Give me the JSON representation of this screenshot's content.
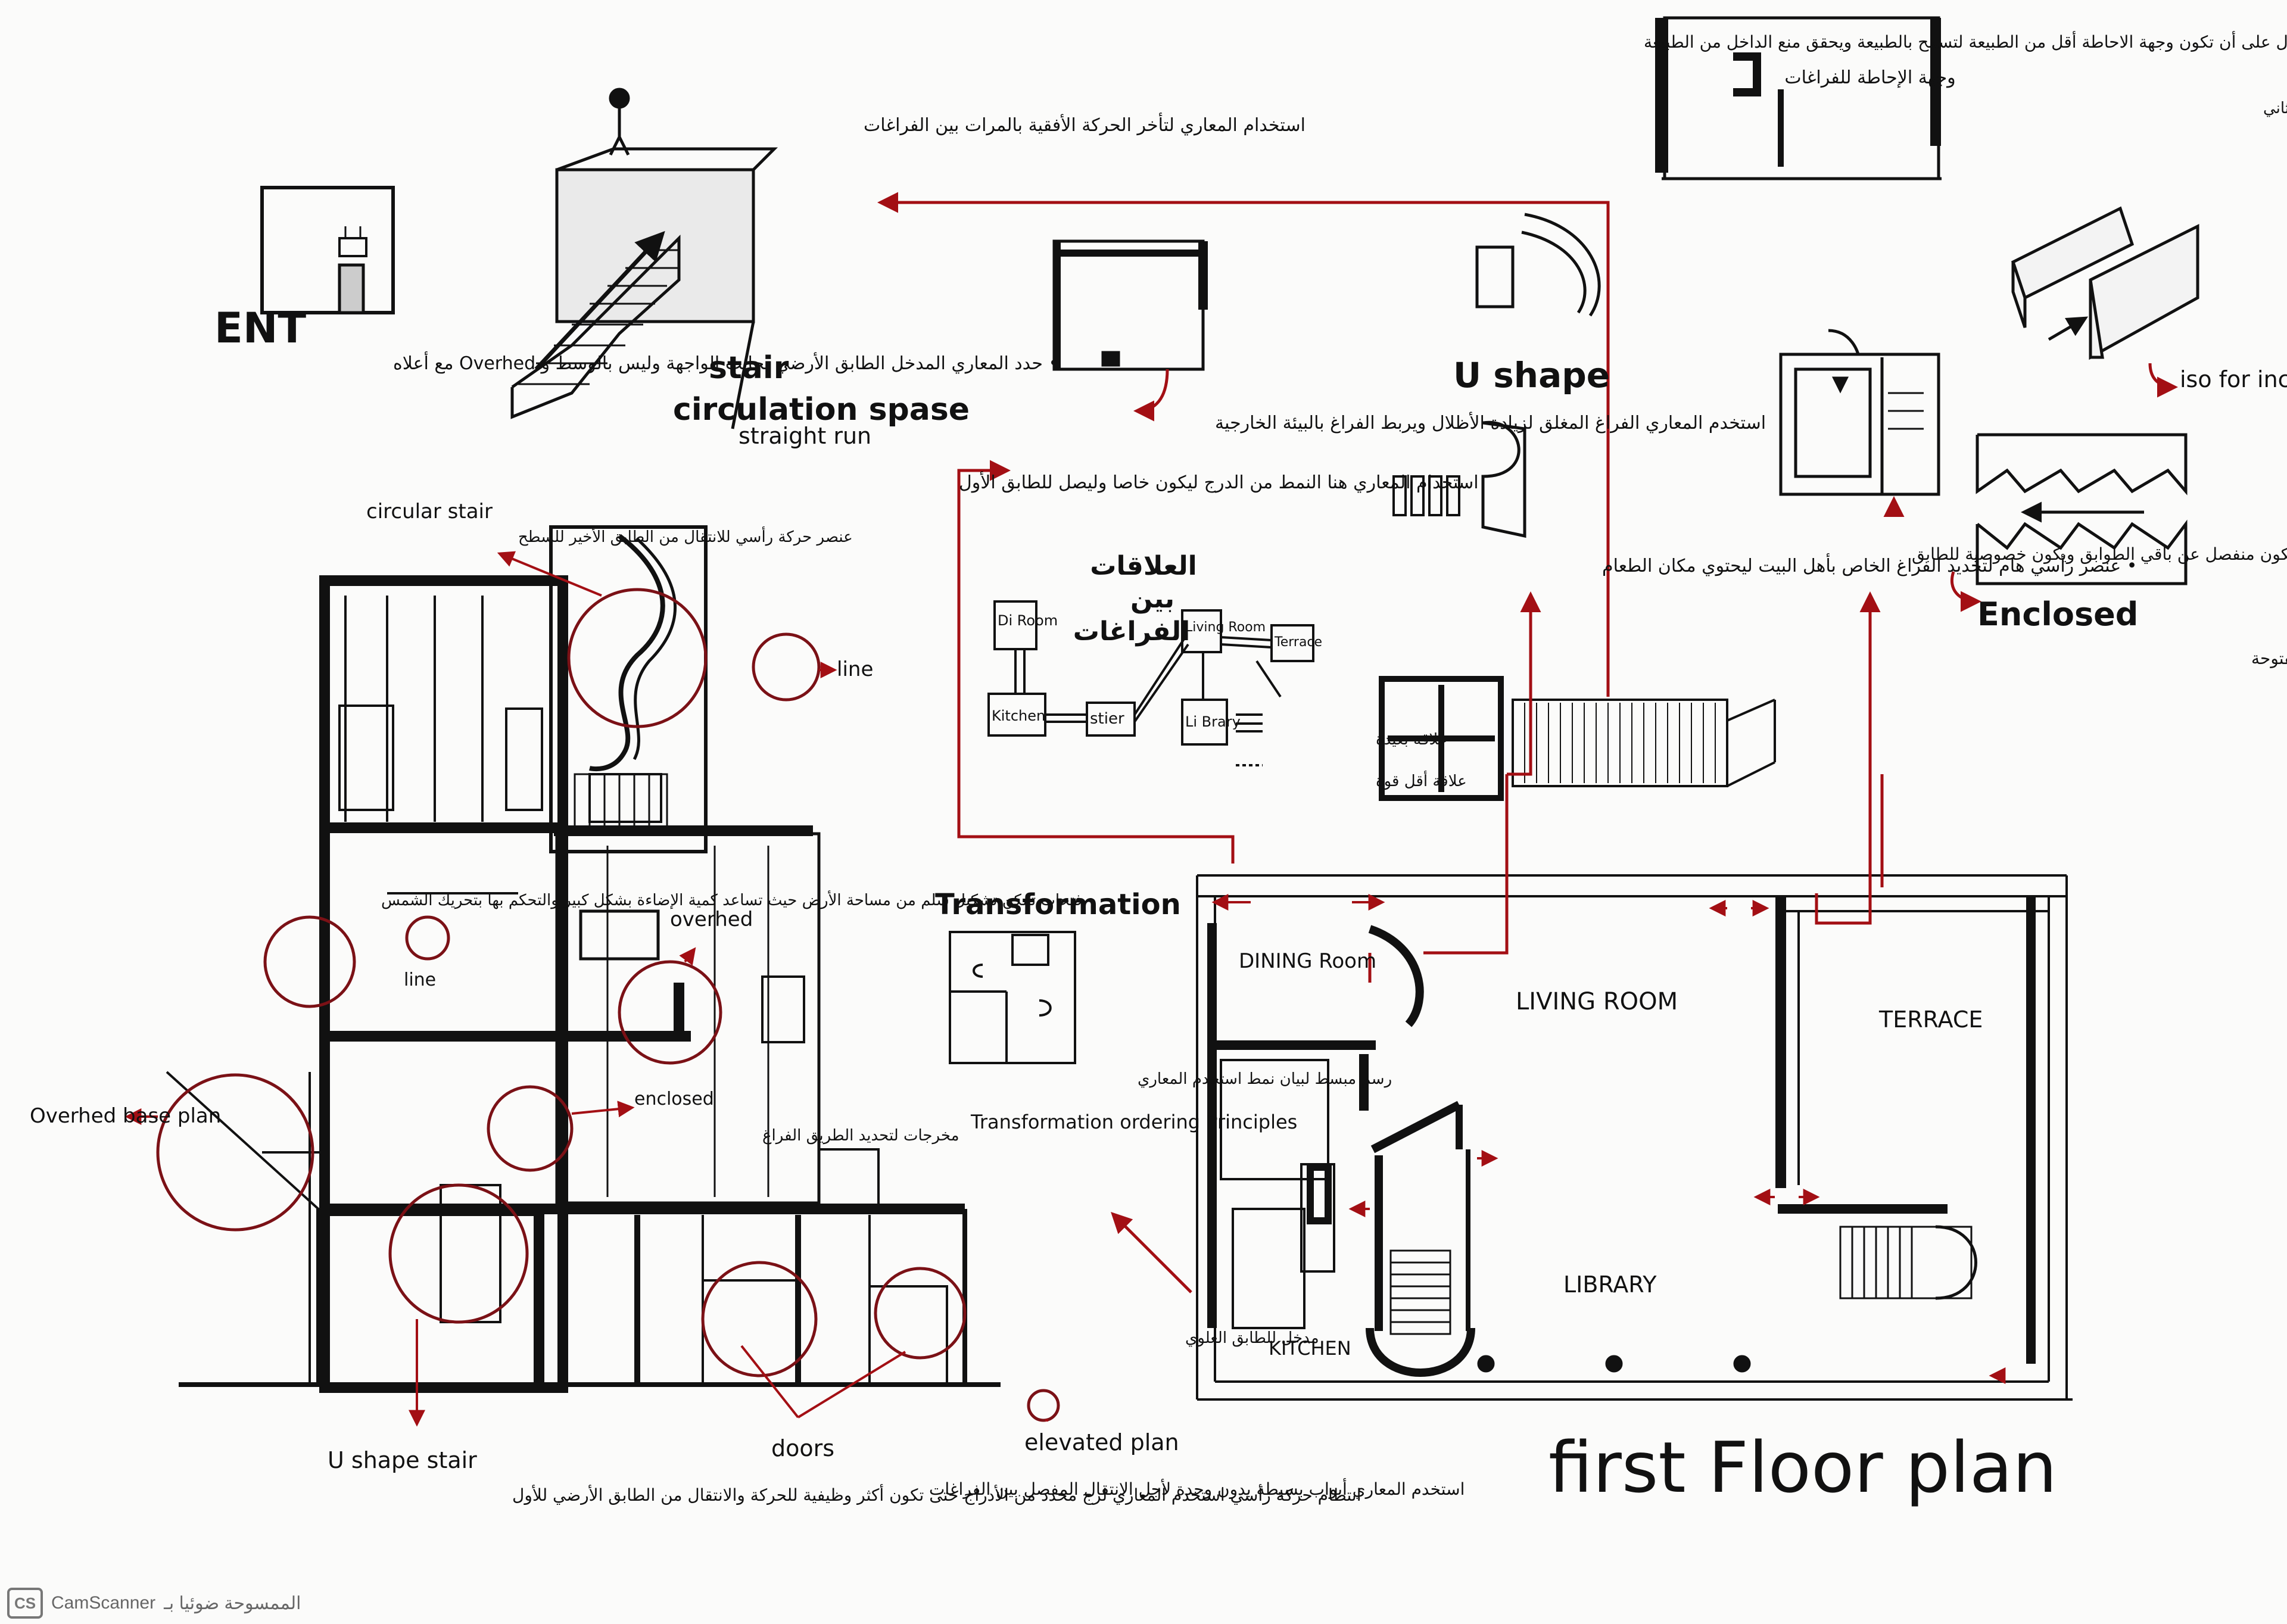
{
  "title": "first Floor plan",
  "labels": {
    "ent": "ENT",
    "stair_title": "stair",
    "stair_title2": "circulation spase",
    "straight_run": "straight run",
    "u_shape": "U shape",
    "relations_title_1": "العلاقات",
    "relations_title_2": "بين",
    "relations_title_3": "الفراغات",
    "transformation": "Transformation",
    "iso_for_inclosed_path": "iso for inclosed Path",
    "enclosed": "Enclosed",
    "circular_stair": "circular stair",
    "line_right": "line",
    "line_inner": "line",
    "overhead_mid": "overhed",
    "overhead_base": "Overhed base plan",
    "enclosed_mid": "enclosed",
    "u_shape_stair": "U shape stair",
    "doors": "doors",
    "elevated_plan": "elevated plan",
    "transformation_note": "Transformation ordering Principles",
    "dining_room": "DINING Room",
    "living_room": "LIVING ROOM",
    "terrace": "TERRACE",
    "library": "LIBRARY",
    "kitchen": "KITCHEN",
    "bubble_dining": "Di Room",
    "bubble_living": "Living Room",
    "bubble_terrace": "Terrace",
    "bubble_kitchen": "Kitchen",
    "bubble_stair": "stier",
    "bubble_library": "Li Brary"
  },
  "notes_ar": {
    "ent_note": "• حدد المعاري المدخل الطابق الأرضي بجانب الواجهة وليس بالوسط و Overhed مع أعلاه",
    "stair_note": "استخدام المعاري هنا النمط من الدرج ليكون خاصا وليصل للطابق الأول",
    "overhead_note": "استخدام المعاري لتأخر الحركة الأفقية بالمرات بين الفراغات",
    "terrace_note": "استخدم المعاري الفراغ المغلق لزيادة الأظلال ويربط الفراغ بالبيئة الخارجية",
    "u_note": "• عنصر رأسي هام لتحديد الفراغ الخاص بأهل البيت ليحتوي مكان الطعام",
    "top_note": "• استخدم المعاري في التلال على أن تكون وجهة الاحاطة أقل من الطبيعة لتسمح بالطبيعة ويحقق منع الداخل من الطبيعة",
    "top_right_note": "وجهة الإحاطة للفراغات",
    "top_right_side": "تعكس الكتلة الخارجية للطابق الثاني",
    "right_mid_note": "استخدم المعاري الرئيسي ليكون مدخل خاص بالطابق الأول ليكون منفصل عن باقي الطوابق ويكون خصوصية للطابق",
    "enclosed_note": "استخدم المعاري الإغلاق للحفاظ على خصوصية الفراغات المفتوحة",
    "rel_legend_1": "علاقة بعيدة",
    "rel_legend_2": "علاقة أقل قوة",
    "circular_note": "عنصر حركة رأسي للانتقال من الطابق الأخير للسطح",
    "left_note": "فتحات تمكن تشكيل سلم من مساحة الأرض حيث تساعد كمية الإضاءة بشكل كبير والتحكم بها بتحريك الشمس",
    "enclosed_side_note": "مخرجات لتحديد الطريق الفراغ",
    "u_stair_note": "انتظام حركة رأسي استخدم المعاري لرج محدد من الأدراج حتى تكون أكثر وظيفية للحركة والانتقال من الطابق الأرضي للأول",
    "doors_note": "استخدم المعاري أبواب بسيطة بدون وحدة لأجل الانتقال المفصل بين الفراغات",
    "transformation_ar": "رسم مبسط لبيان نمط استخدم المعاري",
    "kitchen_entry": "مدخل للطابق العلوي"
  },
  "footer": {
    "brand": "CamScanner",
    "caption": "الممسوحة ضوئيا بـ"
  }
}
